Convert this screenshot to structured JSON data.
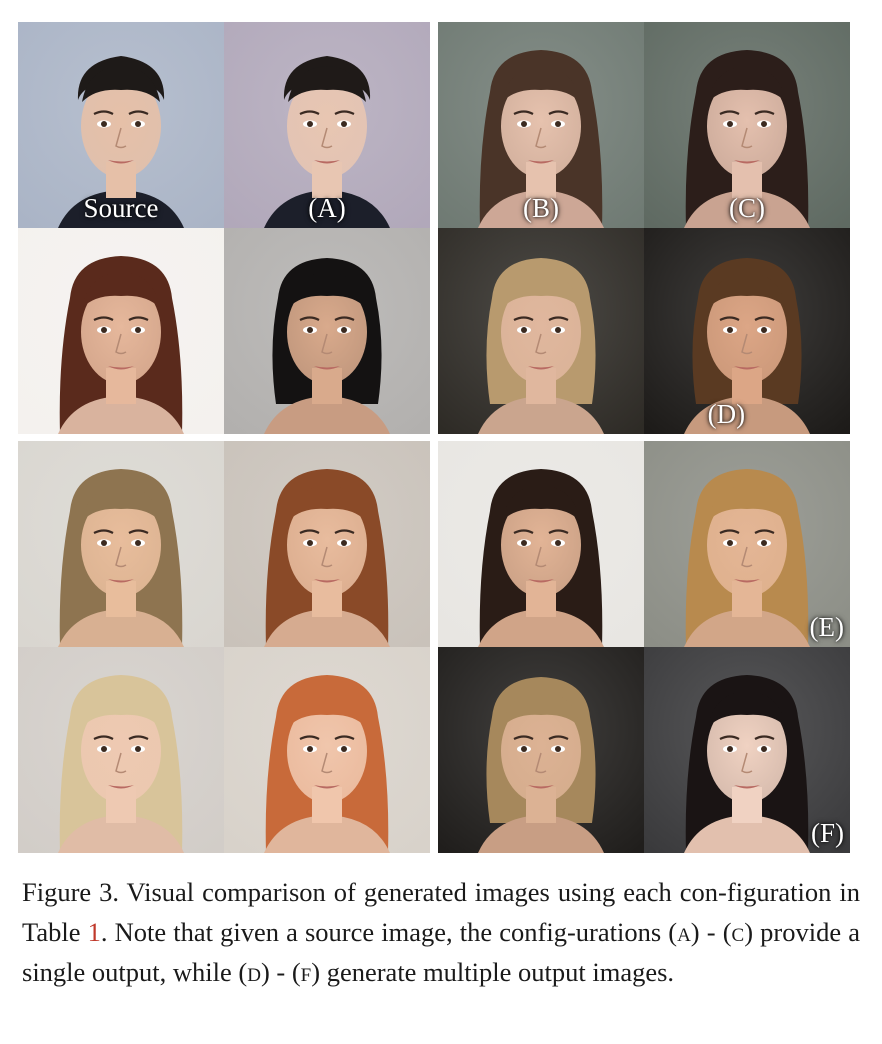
{
  "figure": {
    "tiles": [
      {
        "id": "t1",
        "label": "Source",
        "bg": "#aab4c6",
        "skin": "#e6c0a8",
        "hair": "#1e1a18",
        "cloth": "#1c1f2a",
        "style": "short"
      },
      {
        "id": "t2",
        "label": "(A)",
        "bg": "#b1a8ba",
        "skin": "#e8c6b2",
        "hair": "#1f1a18",
        "cloth": "#1c1f2a",
        "style": "short"
      },
      {
        "id": "t3",
        "label": "",
        "bg": "#f4f1ee",
        "skin": "#e6b89c",
        "hair": "#5a2a1c",
        "cloth": "#d9b39e",
        "style": "long"
      },
      {
        "id": "t4",
        "label": "",
        "bg": "#b2b0ae",
        "skin": "#d9aa8c",
        "hair": "#141212",
        "cloth": "#c89c82",
        "style": "mid"
      },
      {
        "id": "t5",
        "label": "(B)",
        "bg": "#6f7a73",
        "skin": "#e6c2ae",
        "hair": "#4a3428",
        "cloth": "#cda796",
        "style": "long"
      },
      {
        "id": "t6",
        "label": "(C)",
        "bg": "#5f6a62",
        "skin": "#e4c0ae",
        "hair": "#2c1e1a",
        "cloth": "#c9a391",
        "style": "long"
      },
      {
        "id": "t7",
        "label": "",
        "bg": "#2e2b26",
        "skin": "#e0b79e",
        "hair": "#b89a6e",
        "cloth": "#caa58e",
        "style": "mid"
      },
      {
        "id": "t8",
        "label": "(D)",
        "bg": "#1d1b19",
        "skin": "#dca686",
        "hair": "#5a3a22",
        "cloth": "#c79a7e",
        "style": "mid"
      },
      {
        "id": "t9",
        "label": "",
        "bg": "#d9d6d0",
        "skin": "#e8bd9c",
        "hair": "#8e7450",
        "cloth": "#d8b092",
        "style": "long"
      },
      {
        "id": "t10",
        "label": "",
        "bg": "#c9c2ba",
        "skin": "#e8bc9e",
        "hair": "#8a4a28",
        "cloth": "#d6ab90",
        "style": "long"
      },
      {
        "id": "t11",
        "label": "",
        "bg": "#d2cdc8",
        "skin": "#eec9b2",
        "hair": "#d8c49a",
        "cloth": "#e0bca6",
        "style": "long"
      },
      {
        "id": "t12",
        "label": "",
        "bg": "#d8d2ca",
        "skin": "#f0c6ac",
        "hair": "#c86a3a",
        "cloth": "#e0b69c",
        "style": "long"
      },
      {
        "id": "t13",
        "label": "",
        "bg": "#e8e6e2",
        "skin": "#e2b496",
        "hair": "#2a1c16",
        "cloth": "#d0a488",
        "style": "long"
      },
      {
        "id": "t14",
        "label": "(E)",
        "bg": "#8c8e86",
        "skin": "#e4b696",
        "hair": "#b88a4e",
        "cloth": "#d2a688",
        "style": "long"
      },
      {
        "id": "t15",
        "label": "",
        "bg": "#201e1c",
        "skin": "#dcb294",
        "hair": "#a6885c",
        "cloth": "#c89e84",
        "style": "mid"
      },
      {
        "id": "t16",
        "label": "(F)",
        "bg": "#3a3a3c",
        "skin": "#f0d2c2",
        "hair": "#1a1414",
        "cloth": "#e2c0ae",
        "style": "long"
      }
    ]
  },
  "caption": {
    "prefix": "Figure 3. Visual comparison of generated images using each con-figuration in Table ",
    "ref": "1",
    "part2": ". Note that given a source image, the config-urations ",
    "a": "(a)",
    "dash1": " - ",
    "c": "(c)",
    "part3": " provide a single output, while ",
    "d": "(d)",
    "dash2": " - ",
    "f": "(f)",
    "part4": " generate multiple output images."
  }
}
